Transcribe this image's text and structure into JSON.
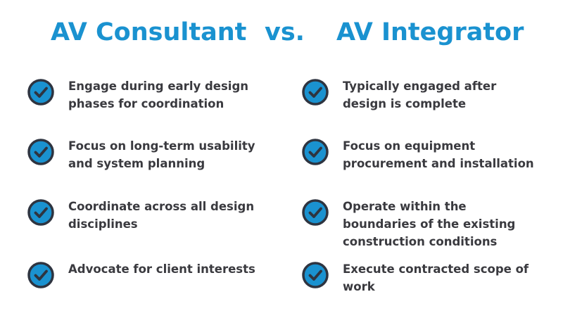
{
  "header": {
    "left_title": "AV Consultant",
    "vs_label": "vs.",
    "right_title": "AV Integrator"
  },
  "colors": {
    "accent": "#1a92d0",
    "check_ring": "#2e3440",
    "text": "#3a3a3f"
  },
  "icons": {
    "check": "check-circle-icon"
  },
  "consultant": {
    "items": [
      {
        "text": "Engage during early design phases for coordination"
      },
      {
        "text": "Focus on long-term usability and system planning"
      },
      {
        "text": "Coordinate across all design disciplines"
      },
      {
        "text": "Advocate for client interests"
      }
    ]
  },
  "integrator": {
    "items": [
      {
        "text": "Typically engaged after design is complete"
      },
      {
        "text": "Focus on equipment procurement and installation"
      },
      {
        "text": "Operate within the boundaries of the existing construction conditions"
      },
      {
        "text": "Execute contracted scope of work"
      }
    ]
  }
}
